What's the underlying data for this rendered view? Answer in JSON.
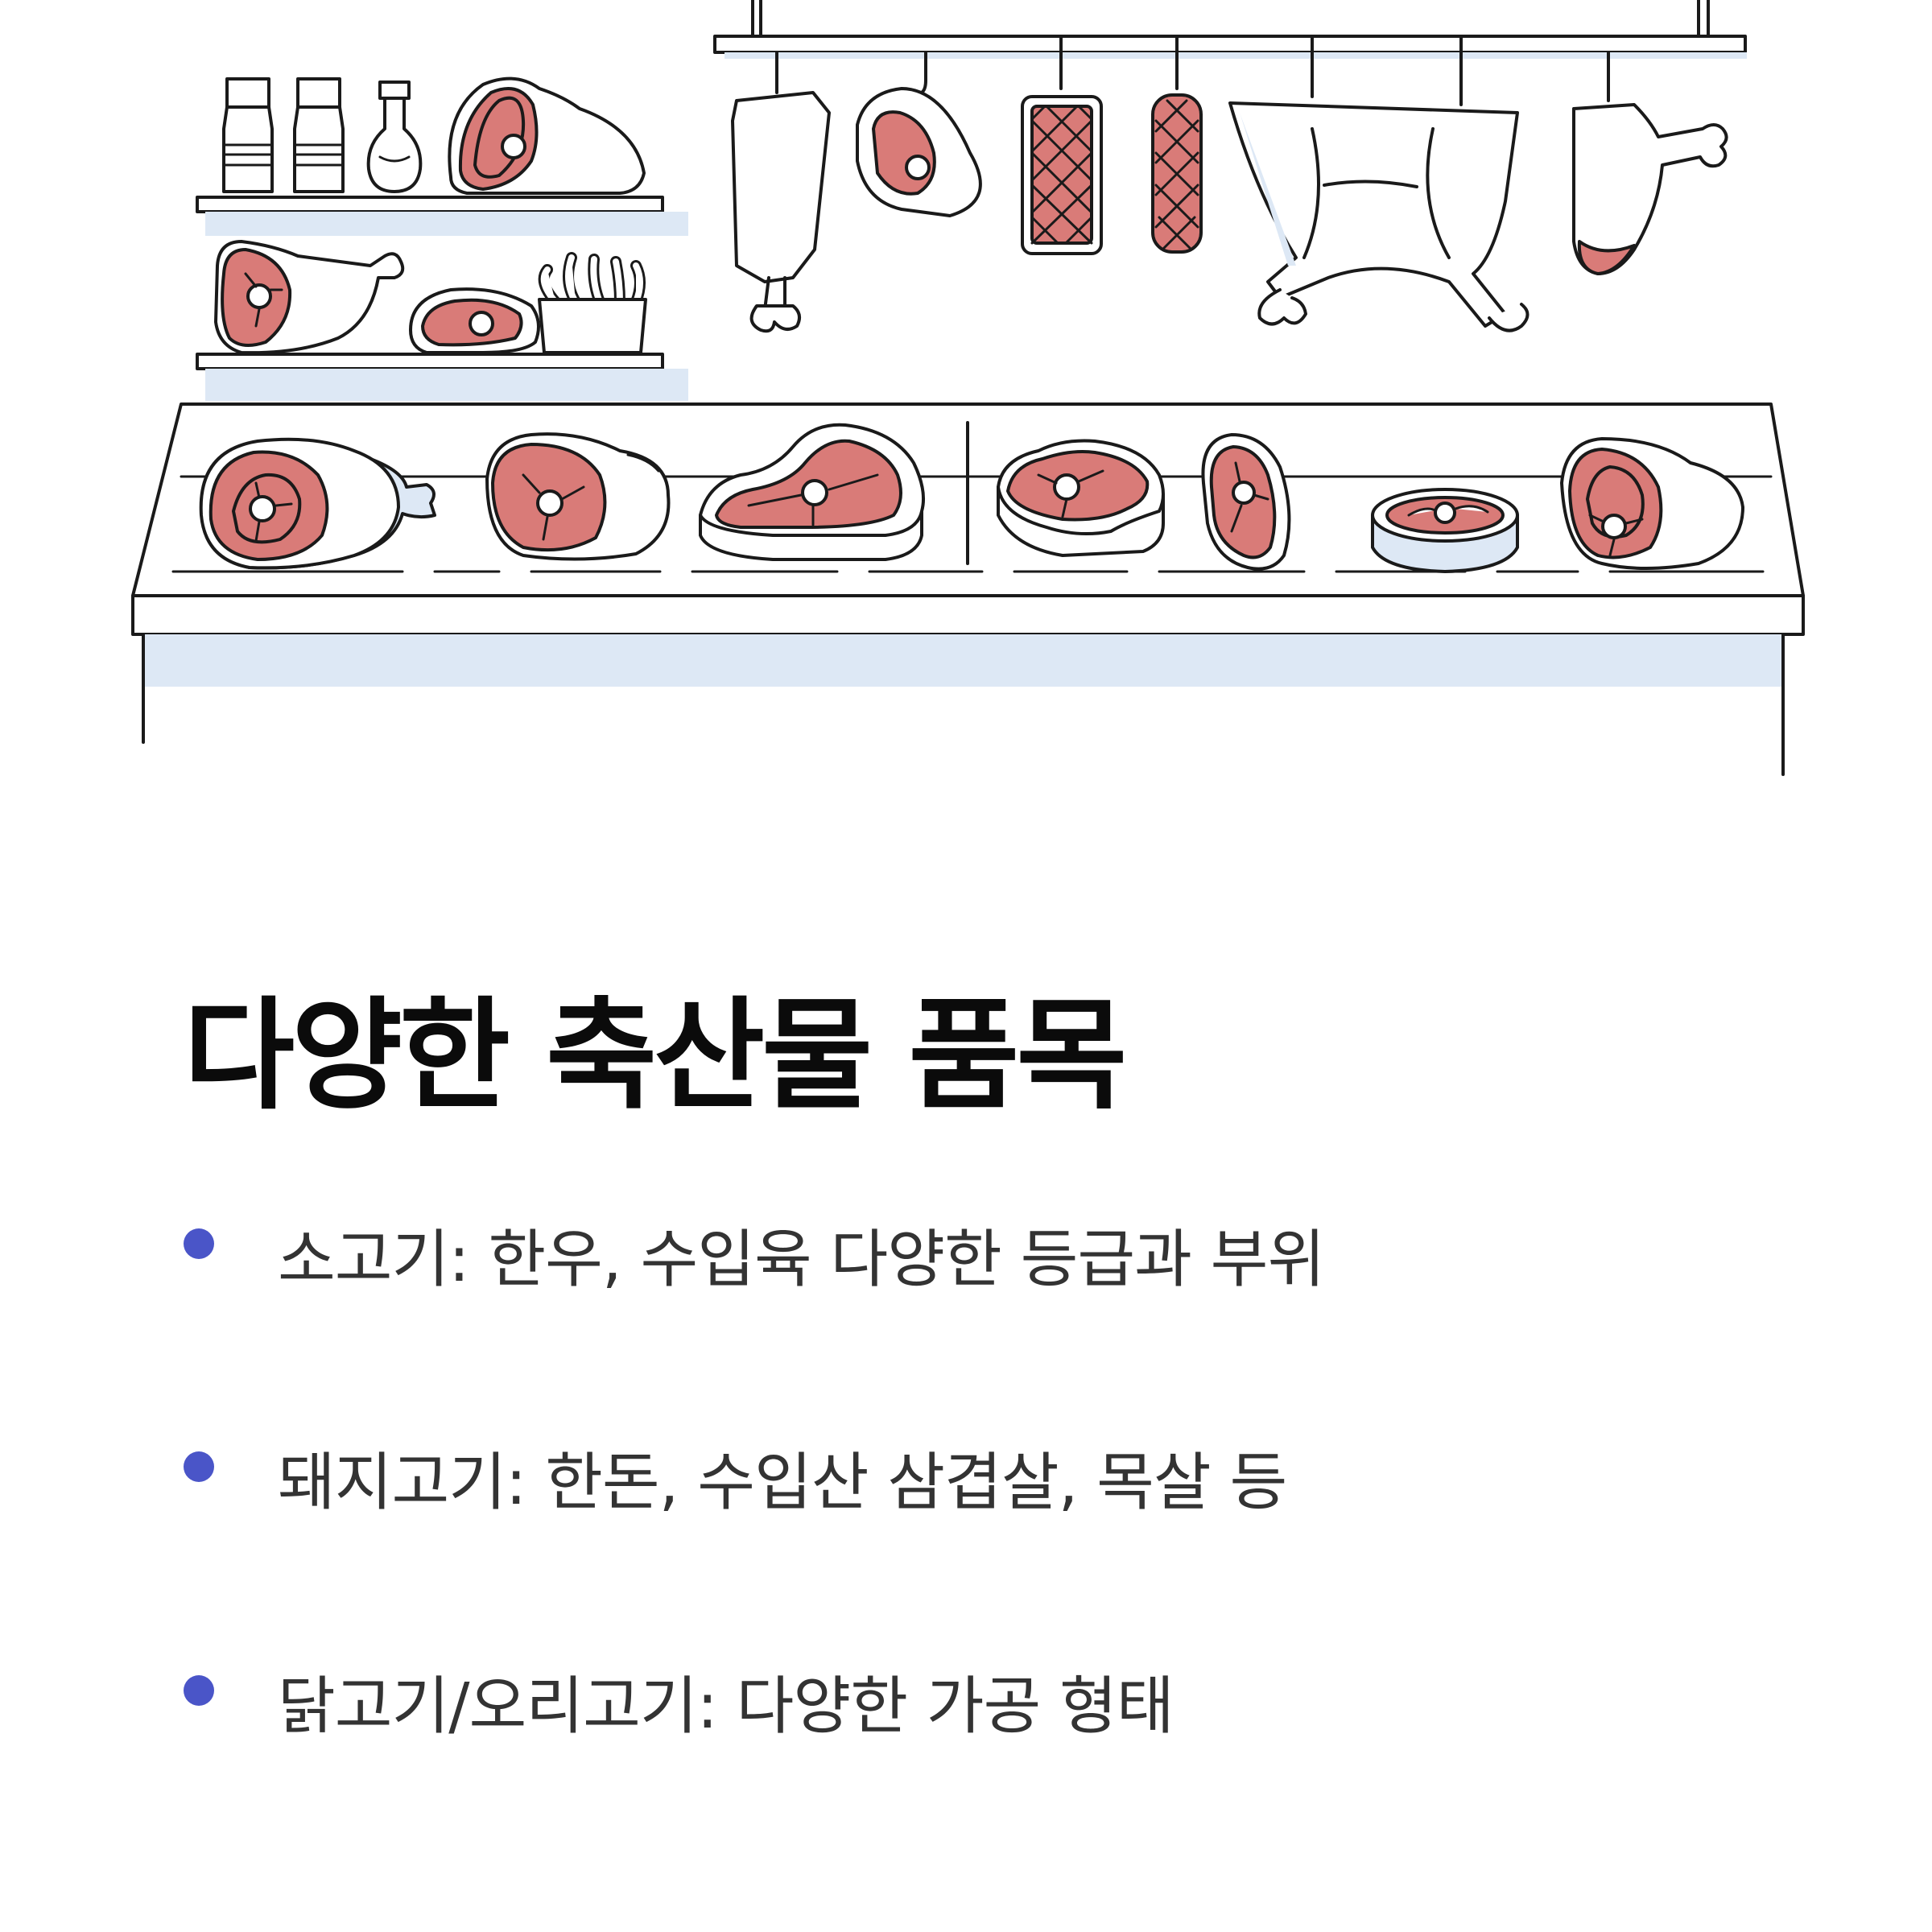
{
  "title": "다양한 축산물 품목",
  "bullets": [
    {
      "text": "소고기: 한우, 수입육 다양한 등급과 부위"
    },
    {
      "text": "돼지고기: 한돈, 수입산 삼겹살, 목살 등"
    },
    {
      "text": "닭고기/오리고기: 다양한 가공 형태"
    }
  ],
  "colors": {
    "bullet": "#4a55c8",
    "meat": "#d97b78",
    "outline": "#1a1a1a",
    "shadow": "#dde8f5"
  }
}
